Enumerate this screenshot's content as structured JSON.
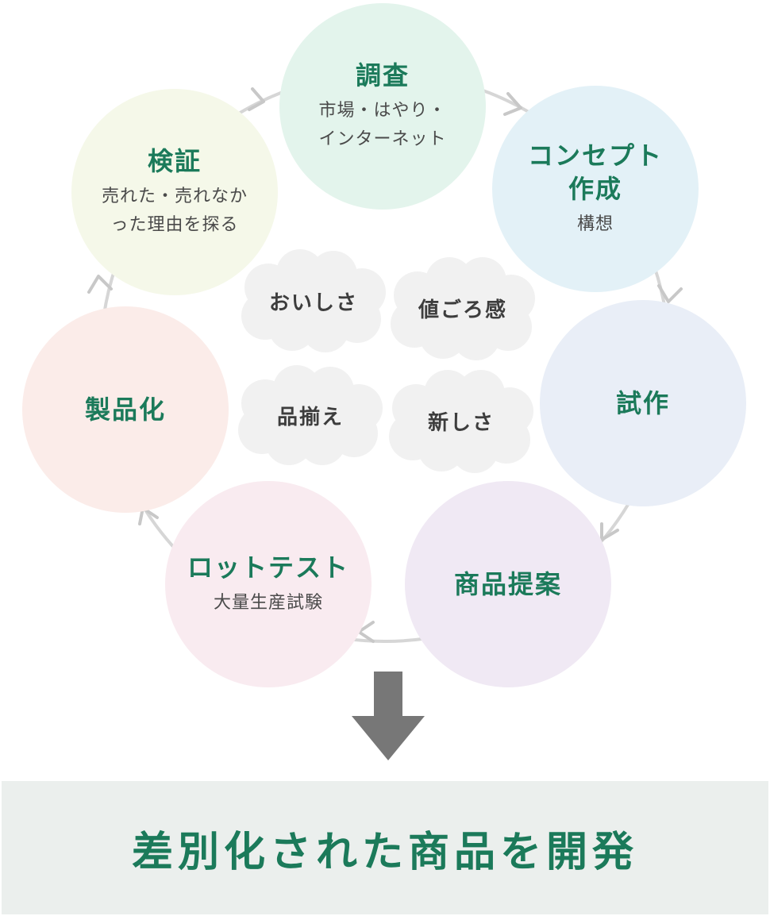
{
  "cycle": {
    "research": {
      "title": "調査",
      "sub": "市場・はやり・\nインターネット"
    },
    "concept": {
      "title": "コンセプト\n作成",
      "sub": "構想"
    },
    "prototype": {
      "title": "試作",
      "sub": ""
    },
    "proposal": {
      "title": "商品提案",
      "sub": ""
    },
    "lot_test": {
      "title": "ロットテスト",
      "sub": "大量生産試験"
    },
    "productization": {
      "title": "製品化",
      "sub": ""
    },
    "verification": {
      "title": "検証",
      "sub": "売れた・売れなか\nった理由を探る"
    }
  },
  "values": {
    "taste": "おいしさ",
    "price": "値ごろ感",
    "assortment": "品揃え",
    "novelty": "新しさ"
  },
  "result": "差別化された商品を開発",
  "colors": {
    "accent": "#1b7a5a",
    "research": "#e3f4ec",
    "concept": "#e3f1f7",
    "prototype": "#e9eef7",
    "proposal": "#f0e9f4",
    "lot_test": "#f9ebf0",
    "productization": "#fbece9",
    "verification": "#f5f8e9",
    "cloud": "#f1f1f1",
    "arrow": "#777777",
    "ring": "#d6d6d6",
    "banner": "#ebefed"
  }
}
